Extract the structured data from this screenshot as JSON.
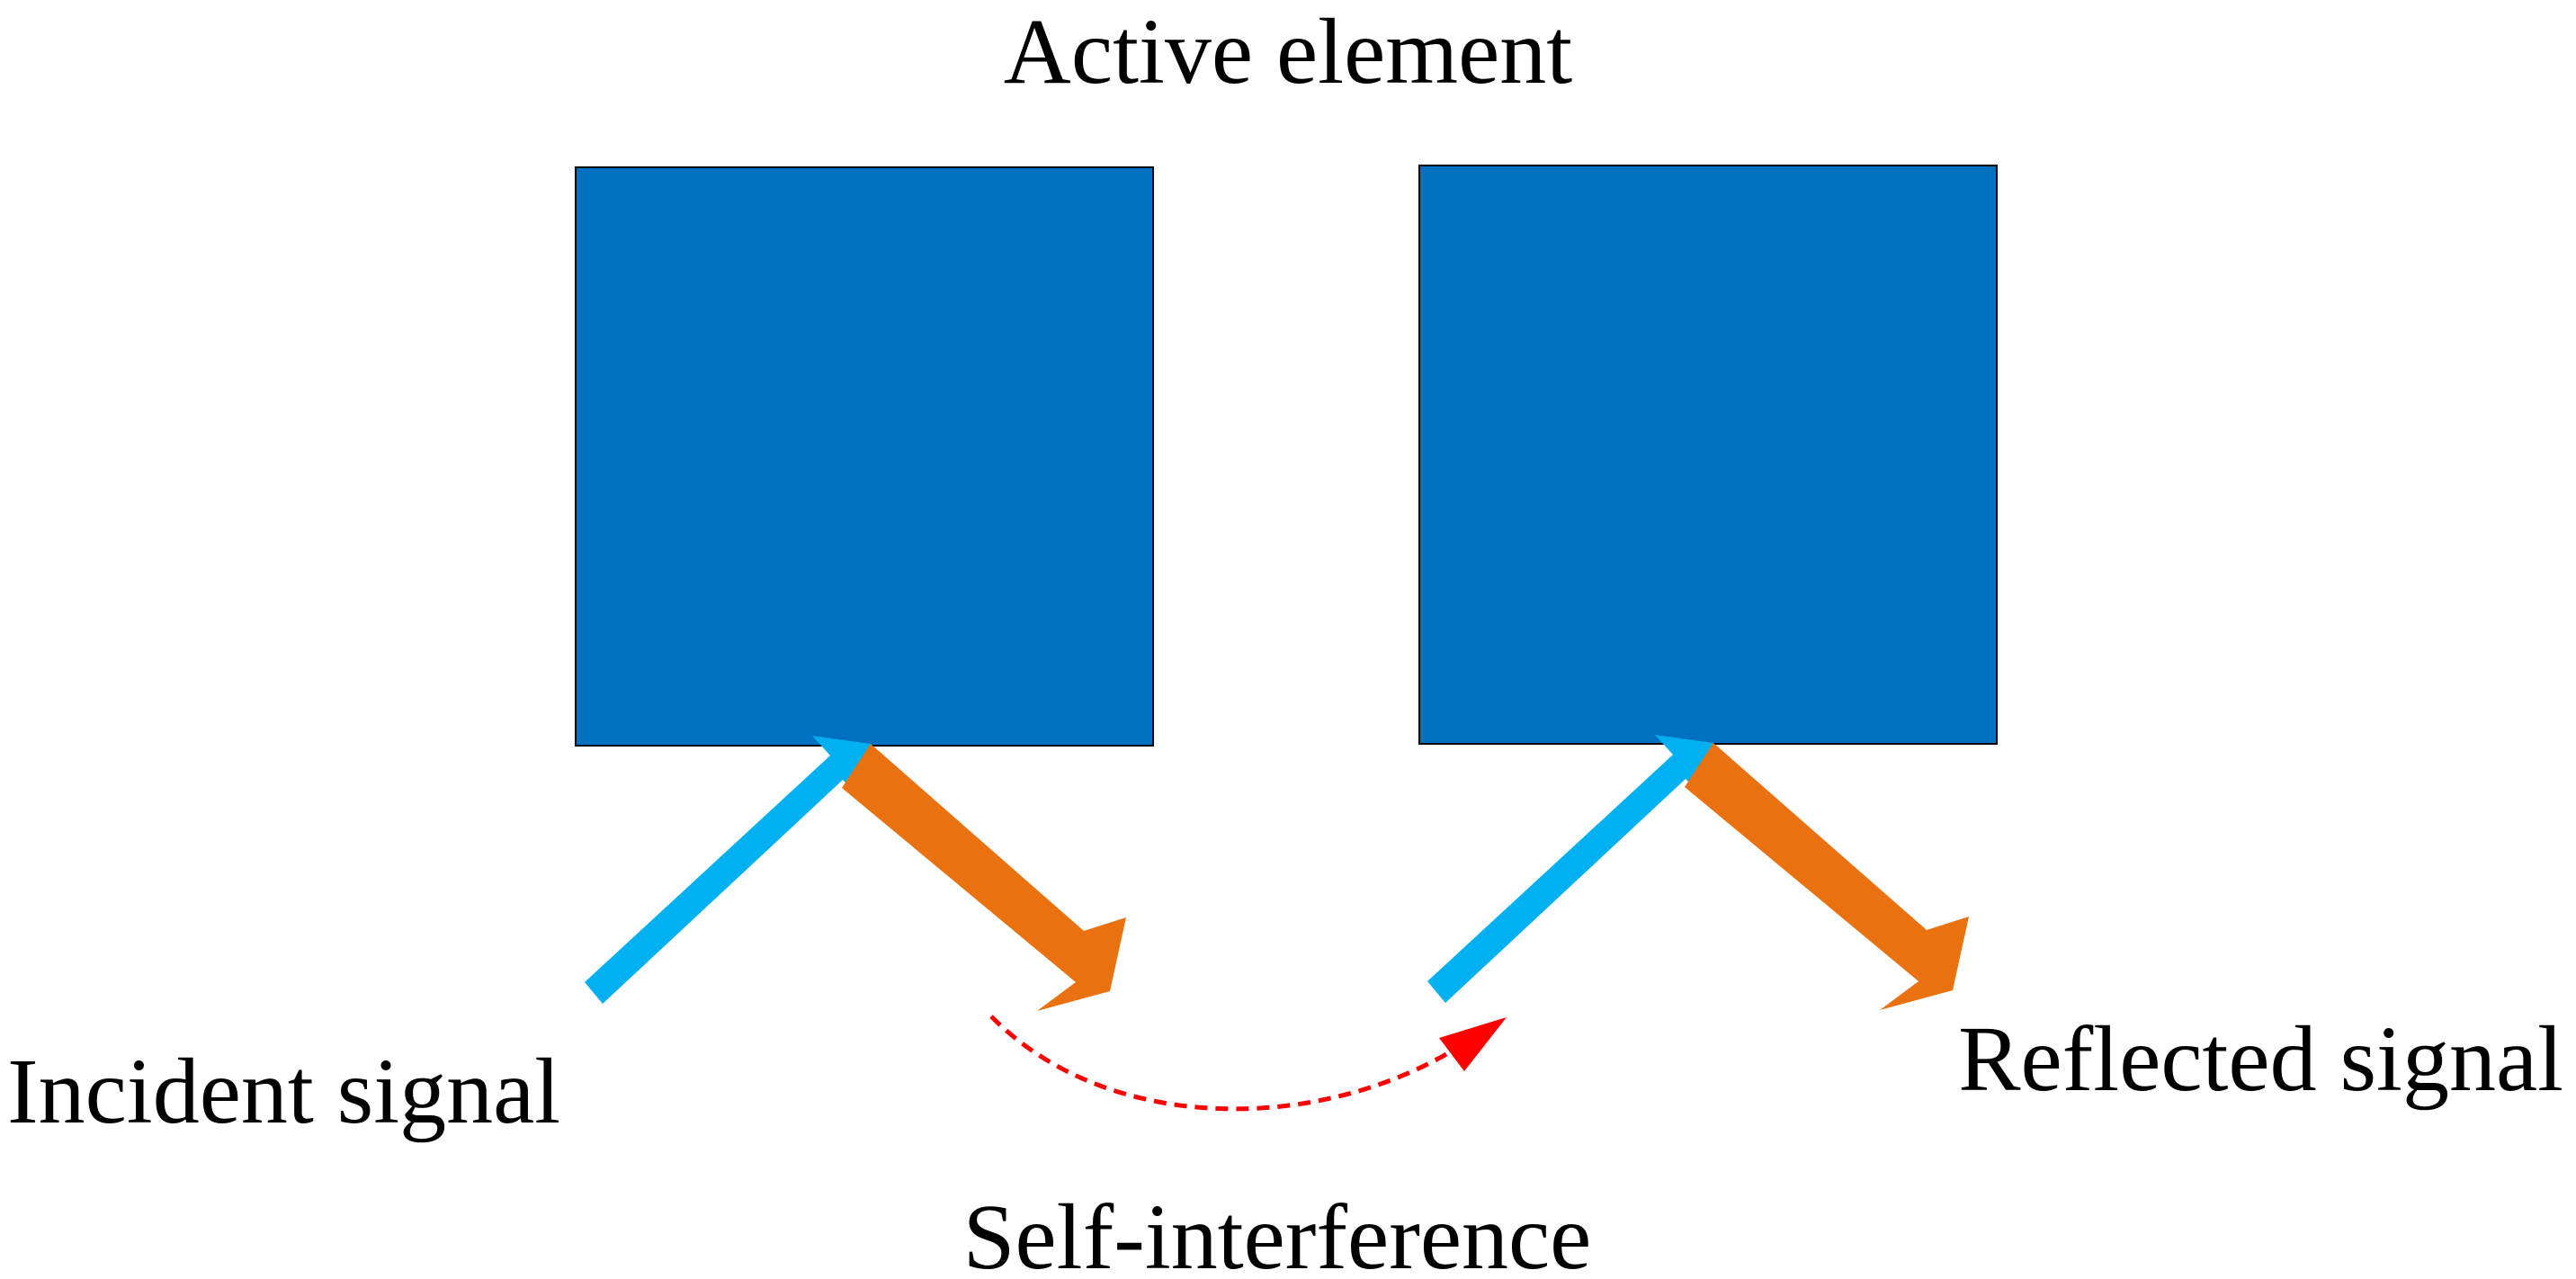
{
  "labels": {
    "title": "Active element",
    "incident": "Incident signal",
    "reflected": "Reflected signal",
    "self_interference": "Self-interference"
  },
  "colors": {
    "element_fill": "#0070C0",
    "element_stroke": "#000000",
    "incident_arrow": "#00B0F0",
    "reflected_arrow": "#E97110",
    "self_interference": "#FF0000",
    "text": "#000000",
    "background": "#FFFFFF"
  },
  "elements": [
    {
      "name": "active-element-left"
    },
    {
      "name": "active-element-right"
    }
  ]
}
